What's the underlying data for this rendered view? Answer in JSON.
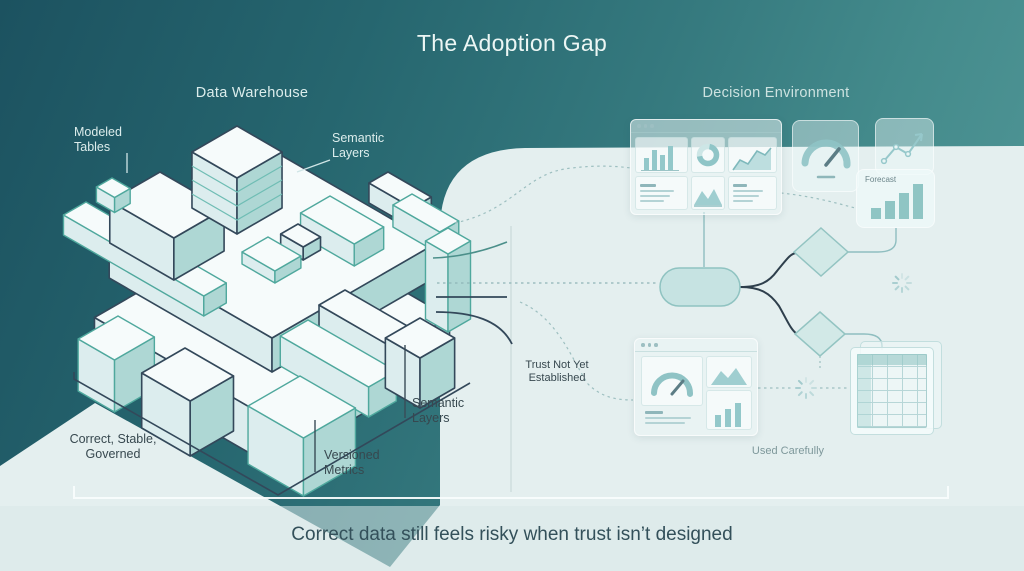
{
  "title": "The Adoption Gap",
  "caption": "Correct data still feels risky when trust isn’t designed",
  "sections": {
    "warehouse_heading": "Data Warehouse",
    "decision_heading": "Decision Environment"
  },
  "labels": {
    "modeled_tables": [
      "Modeled",
      "Tables"
    ],
    "semantic_layers_top": [
      "Semantic",
      "Layers"
    ],
    "semantic_layers_bottom": [
      "Semantic",
      "Layers"
    ],
    "versioned_metrics": [
      "Versioned",
      "Metrics"
    ],
    "correct_stable_governed": [
      "Correct, Stable,",
      "Governed"
    ],
    "trust_not_established": [
      "Trust Not Yet",
      "Established"
    ],
    "used_carefully": "Used Carefully",
    "forecast": "Forecast"
  },
  "icons": {
    "top_dashboard": [
      "bar-chart-icon",
      "donut-chart-icon",
      "line-chart-icon",
      "text-lines-icon",
      "image-placeholder-icon",
      "text-lines-icon"
    ],
    "gauge_card": "gauge-icon",
    "trend_card": "trend-up-icon",
    "forecast_card": "bar-chart-icon",
    "bottom_dashboard": [
      "gauge-icon",
      "image-placeholder-icon",
      "bar-chart-icon",
      "text-lines-icon"
    ],
    "table_card": "spreadsheet-icon",
    "loading": "spinner-icon",
    "flow": [
      "pill-node",
      "decision-diamond",
      "decision-diamond"
    ]
  },
  "colors": {
    "teal_dark": "#1c5260",
    "teal_mid": "#3c8487",
    "light_region": "#e4efef",
    "accent_teal": "#53ab9f",
    "outline_dark": "#33485a",
    "chart_teal": "#9ccfd1",
    "text_light": "#dcedec",
    "text_dark": "#37484f"
  }
}
